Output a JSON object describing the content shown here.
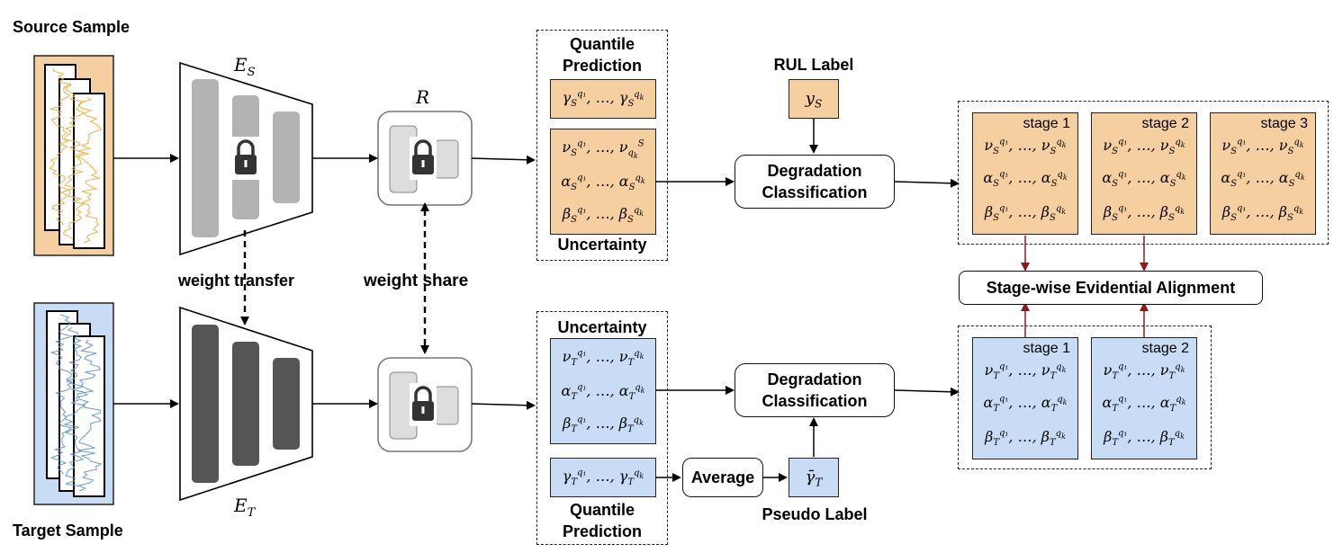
{
  "labels": {
    "source_sample": "Source Sample",
    "target_sample": "Target Sample",
    "encoder_source": "E_S",
    "encoder_target": "E_T",
    "regressor": "R",
    "weight_transfer": "weight transfer",
    "weight_share": "weight share",
    "rul_label": "RUL Label",
    "rul_value": "y_S",
    "pseudo_label": "Pseudo Label",
    "pseudo_value": "γ̄_T",
    "average": "Average",
    "degradation_classification_line1": "Degradation",
    "degradation_classification_line2": "Classification",
    "stage_alignment": "Stage-wise Evidential Alignment"
  },
  "source_branch": {
    "quantile_title_line1": "Quantile",
    "quantile_title_line2": "Prediction",
    "uncertainty_title": "Uncertainty",
    "quantile_eq": "γ_S^{q1}, …, γ_S^{qk}",
    "nu_eq": "ν_S^{q1}, …, ν_{qk}^S",
    "alpha_eq": "α_S^{q1}, …, α_S^{qk}",
    "beta_eq": "β_S^{q1}, …, β_S^{qk}",
    "stages": [
      {
        "name": "stage 1",
        "nu": "ν_S^{q1}, …, ν_S^{qk}",
        "alpha": "α_S^{q1}, …, α_S^{qk}",
        "beta": "β_S^{q1}, …, β_S^{qk}"
      },
      {
        "name": "stage 2",
        "nu": "ν_S^{q1}, …, ν_S^{qk}",
        "alpha": "α_S^{q1}, …, α_S^{qk}",
        "beta": "β_S^{q1}, …, β_S^{qk}"
      },
      {
        "name": "stage 3",
        "nu": "ν_S^{q1}, …, ν_S^{qk}",
        "alpha": "α_S^{q1}, …, α_S^{qk}",
        "beta": "β_S^{q1}, …, β_S^{qk}"
      }
    ]
  },
  "target_branch": {
    "quantile_title_line1": "Quantile",
    "quantile_title_line2": "Prediction",
    "uncertainty_title": "Uncertainty",
    "quantile_eq": "γ_T^{q1}, …, γ_T^{qk}",
    "nu_eq": "ν_T^{q1}, …, ν_T^{qk}",
    "alpha_eq": "α_T^{q1}, …, α_T^{qk}",
    "beta_eq": "β_T^{q1}, …, β_T^{qk}",
    "stages": [
      {
        "name": "stage 1",
        "nu": "ν_T^{q1}, …, ν_T^{qk}",
        "alpha": "α_T^{q1}, …, α_T^{qk}",
        "beta": "β_T^{q1}, …, β_T^{qk}"
      },
      {
        "name": "stage 2",
        "nu": "ν_T^{q1}, …, ν_T^{qk}",
        "alpha": "α_T^{q1}, …, α_T^{qk}",
        "beta": "β_T^{q1}, …, β_T^{qk}"
      }
    ]
  },
  "colors": {
    "source_fill": "#f5cf9f",
    "target_fill": "#c9dcf6",
    "source_signal": "#e8b44c",
    "target_signal": "#6b9bd1",
    "encoder_source_bars": "#b3b3b3",
    "encoder_target_bars": "#555555",
    "alignment_arrow": "#8b1a1a"
  }
}
